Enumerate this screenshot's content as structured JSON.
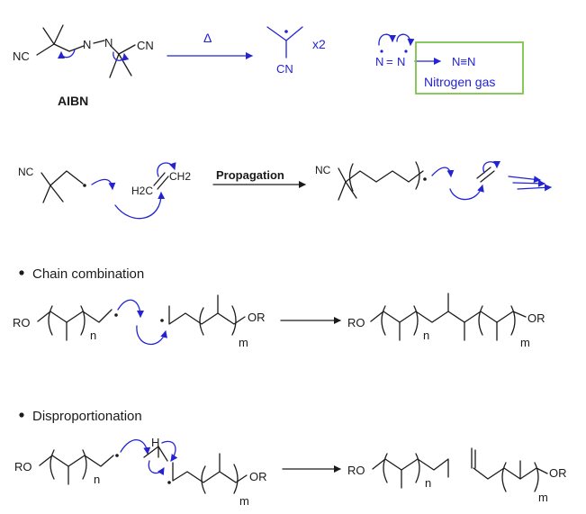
{
  "colors": {
    "ink": "#1a1a1a",
    "arrow_blue": "#2323d4",
    "box_green": "#7ec24a"
  },
  "initiation": {
    "nc_left": "NC",
    "n_left": "N",
    "n_right": "N",
    "cn_right": "CN",
    "initiator_name": "AIBN",
    "heat_symbol": "Δ",
    "radical_cn": "CN",
    "multiplier": "x2",
    "n2_left": "N",
    "n2_eq": "=",
    "n2_right": "N",
    "triple_bond": "N≡N",
    "byproduct": "Nitrogen gas"
  },
  "propagation": {
    "nc_start": "NC",
    "monomer_h2c": "H2C",
    "monomer_ch2": "CH2",
    "arrow_label": "Propagation",
    "nc_product": "NC"
  },
  "combination": {
    "heading": "Chain combination",
    "ro_left": "RO",
    "sub_n": "n",
    "or_mid": "OR",
    "sub_m": "m",
    "ro_product": "RO",
    "sub_n_product": "n",
    "or_product": "OR",
    "sub_m_product": "m"
  },
  "disproportionation": {
    "heading": "Disproportionation",
    "ro_left": "RO",
    "sub_n": "n",
    "hydrogen": "H",
    "or_mid": "OR",
    "sub_m": "m",
    "ro_product": "RO",
    "sub_n_product": "n",
    "or_product": "OR",
    "sub_m_product": "m"
  },
  "icons": [
    "bullet-icon",
    "curved-arrow-icon",
    "reaction-arrow-icon",
    "radical-dot-icon"
  ]
}
